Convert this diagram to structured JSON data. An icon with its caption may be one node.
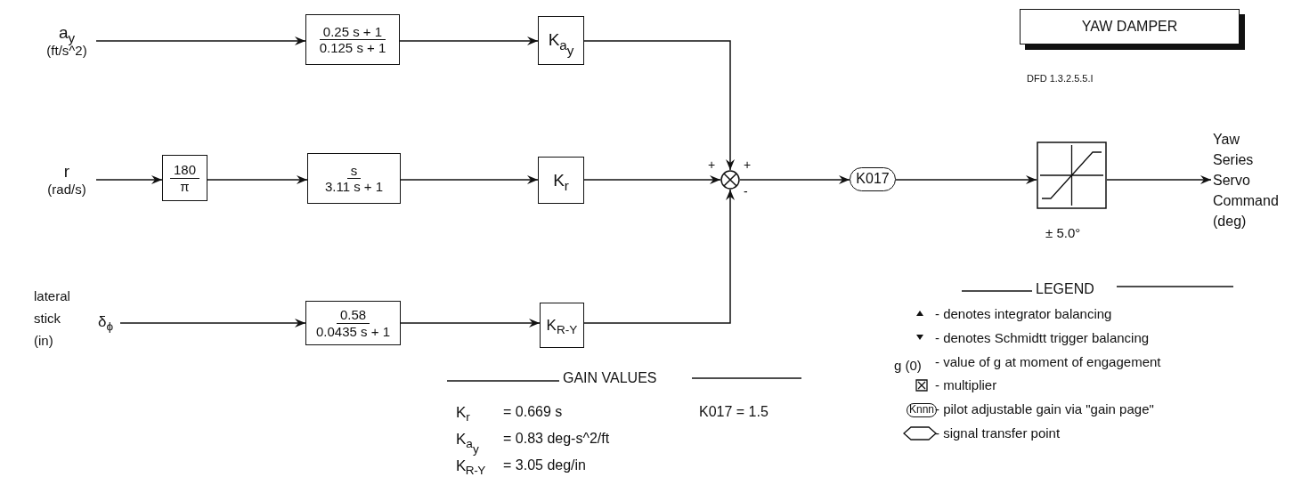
{
  "diagram": {
    "title": "YAW DAMPER",
    "nodes": [
      {
        "text": [
          "a$_{y}$",
          "(ft/s^2)"
        ]
      },
      {
        "text": [
          "0.25 s + 1",
          "0.125 s + 1"
        ]
      },
      {
        "text": [
          "K$_{a}$$_{y}$"
        ]
      },
      {
        "text": [
          "r",
          "(rad/s)"
        ]
      },
      {
        "text": [
          "180",
          "π"
        ]
      },
      {
        "text": [
          "s",
          "3.11 s + 1"
        ]
      },
      {
        "text": [
          "K$_{r}$"
        ]
      },
      {
        "text": [
          "lateral stick (in)",
          "δ$_{ϕ}$"
        ]
      },
      {
        "text": [
          "0.58",
          "0.0435 s + 1"
        ]
      },
      {
        "text": [
          "K$_{R-Y}$"
        ]
      },
      {
        "text": [],
        "shape": "circle",
        "beside": [
          "+",
          "+",
          "-"
        ]
      },
      {
        "text": [
          "K017"
        ]
      },
      {
        "text": [],
        "shape": "box",
        "beside": [
          "± 5.0°"
        ]
      },
      {
        "text": [
          "Yaw Series Servo Command (deg)"
        ]
      }
    ],
    "edges": [
      {
        "from": 0,
        "to": 1,
        "arrow": "to"
      },
      {
        "from": 1,
        "to": 2,
        "arrow": "to"
      },
      {
        "from": 2,
        "to": 10,
        "arrow": "to"
      },
      {
        "from": 3,
        "to": 4,
        "arrow": "to"
      },
      {
        "from": 4,
        "to": 5,
        "arrow": "to"
      },
      {
        "from": 5,
        "to": 6,
        "arrow": "to"
      },
      {
        "from": 6,
        "to": 10,
        "arrow": "to"
      },
      {
        "from": 7,
        "to": 8,
        "arrow": "to"
      },
      {
        "from": 8,
        "to": 9,
        "arrow": "to"
      },
      {
        "from": 9,
        "to": 10,
        "arrow": "to"
      },
      {
        "from": 10,
        "to": 11,
        "arrow": "to"
      },
      {
        "from": 11,
        "to": 12,
        "arrow": "to"
      },
      {
        "from": 12,
        "to": 13,
        "arrow": "to"
      }
    ],
    "labels": [
      "DFD 1.3.2.5.5.I",
      "GAIN VALUES",
      "K$_{r}$",
      "= 0.669 s",
      "K017 = 1.5",
      "K$_{a}$$_{y}$",
      "= 0.83 deg-s^2/ft",
      "K$_{R-Y}$",
      "= 3.05 deg/in",
      "LEGEND",
      "g (0)",
      "Knnn"
    ],
    "legend": [
      {
        "text": "- denotes integrator balancing"
      },
      {
        "text": "- denotes Schmidtt trigger balancing"
      },
      {
        "text": "- value of g at moment of engagement"
      },
      {
        "text": "- multiplier"
      },
      {
        "text": "- pilot adjustable gain via \"gain page\""
      },
      {
        "text": "- signal transfer point"
      }
    ]
  }
}
